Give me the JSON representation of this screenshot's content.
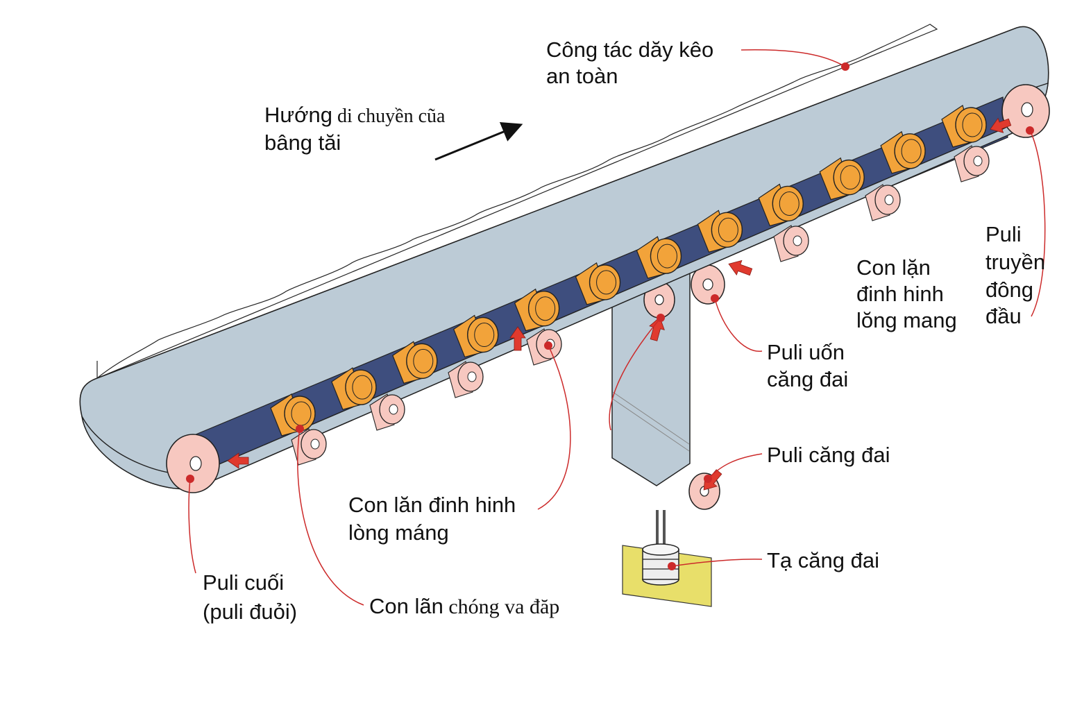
{
  "diagram": {
    "labels": {
      "safety_pullcord_switch": [
        "Công tác dăy kêo",
        "an toàn"
      ],
      "direction_prefix": "Hướng",
      "direction_suffix": " di chuyền cũa",
      "direction_line2": "bâng tăi",
      "head_drive_pulley": [
        "Puli",
        "truyền",
        "đông",
        "đầu"
      ],
      "return_training_idler": [
        "Con lặn",
        "đinh hinh",
        "lŏng mang"
      ],
      "snub_pulley": [
        "Puli uốn",
        "căng đai"
      ],
      "take_up_pulley": "Puli căng đai",
      "take_up_weight": "Tạ căng đai",
      "troughing_idler": [
        "Con lăn đinh hinh",
        "lòng máng"
      ],
      "tail_pulley": [
        "Puli cuối",
        "(puli đuỏi)"
      ],
      "impact_idler_prefix": "Con lãn",
      "impact_idler_suffix": " chóng va đăp"
    },
    "colors": {
      "belt": "#bccbd6",
      "belt_inside": "#3e4e7e",
      "idler_top": "#f2a33a",
      "idler_return": "#f7c8c0",
      "pointer": "#cc2a2a",
      "arrow": "#e03a2e",
      "take_up_frame": "#e8df6a",
      "weight": "#eeeeee"
    },
    "icons": [
      "direction-arrow-icon",
      "force-arrow-icon",
      "pointer-dot-icon"
    ]
  }
}
